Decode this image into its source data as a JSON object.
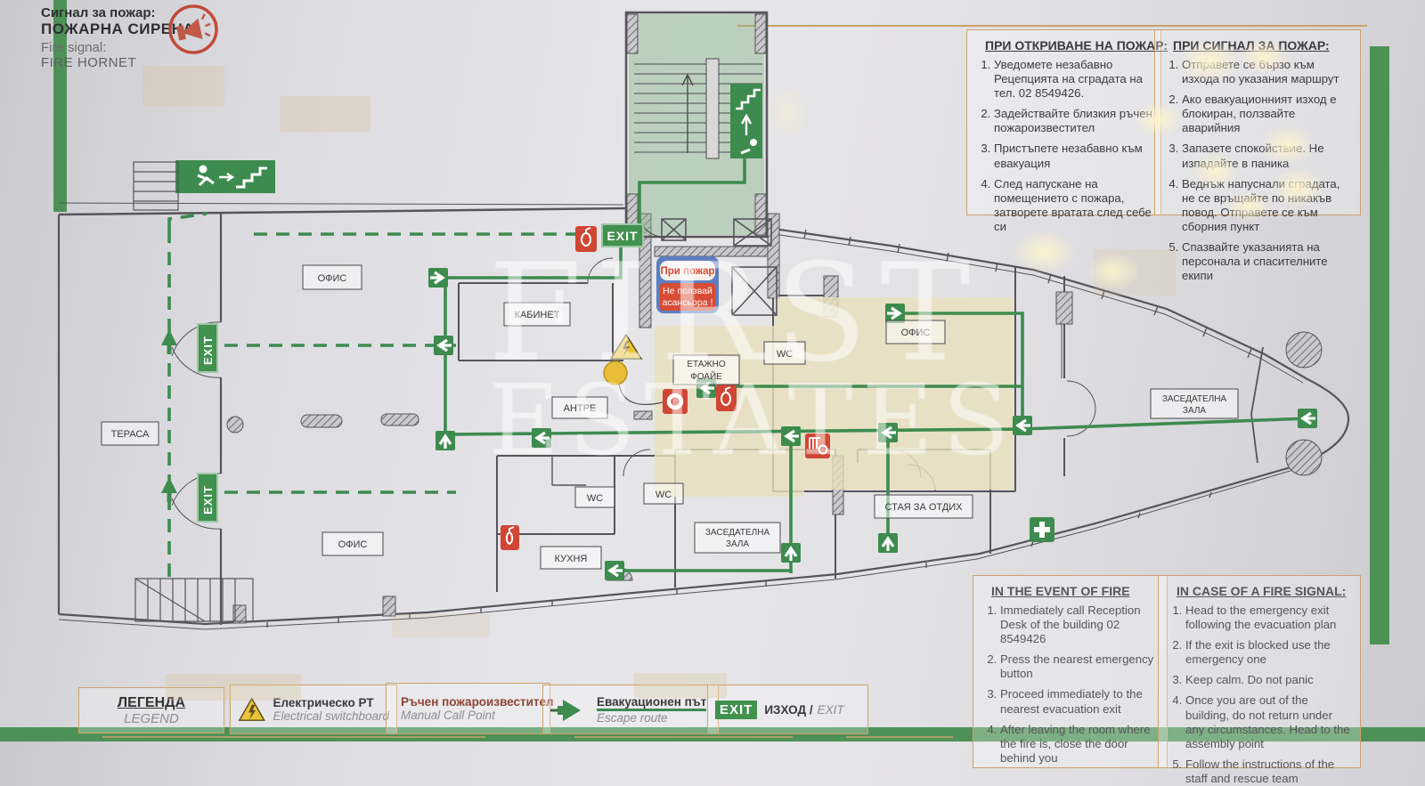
{
  "header": {
    "signal_label_bg": "Сигнал за пожар:",
    "signal_value_bg": "ПОЖАРНА СИРЕНА",
    "signal_label_en": "Fire signal:",
    "signal_value_en": "FIRE HORNET"
  },
  "instructions": {
    "discover_fire_bg": {
      "title": "ПРИ ОТКРИВАНЕ НА ПОЖАР:",
      "items": [
        "Уведомете незабавно Рецепцията на сградата на тел. 02 8549426.",
        "Задействайте близкия ръчен пожароизвестител",
        "Пристъпете незабавно към евакуация",
        "След напускане на помещението с пожара, затворете вратата след себе си"
      ]
    },
    "fire_signal_bg": {
      "title": "ПРИ СИГНАЛ ЗА ПОЖАР:",
      "items": [
        "Отправете се бързо към изхода по указания маршрут",
        "Ако евакуационният изход е блокиран, ползвайте аварийния",
        "Запазете спокойствие. Не изпадайте в паника",
        "Веднъж напуснали сградата, не се връщайте по никакъв повод. Отправете се към сборния пункт",
        "Спазвайте указанията на персонала и спасителните екипи"
      ]
    },
    "event_of_fire_en": {
      "title": "IN THE EVENT OF FIRE",
      "items": [
        "Immediately call Reception Desk of the building 02 8549426",
        "Press the nearest emergency button",
        "Proceed immediately to the nearest evacuation exit",
        "After leaving the room where the fire is, close the door behind you"
      ]
    },
    "fire_signal_en": {
      "title": "IN CASE OF A FIRE SIGNAL:",
      "items": [
        "Head to the emergency exit following the evacuation plan",
        "If the exit is blocked use the emergency one",
        "Keep calm. Do not panic",
        "Once you are out of the building, do not return under any circumstances. Head to the assembly point",
        "Follow the instructions of the staff and rescue team"
      ]
    }
  },
  "legend": {
    "title_bg": "ЛЕГЕНДА",
    "title_en": "LEGEND",
    "electrical_bg": "Електрическо РТ",
    "electrical_en": "Electrical switchboard",
    "call_point_bg": "Ръчен пожароизвестител",
    "call_point_en": "Manual Call Point",
    "route_bg": "Евакуационен път",
    "route_en": "Escape route",
    "exit_bg": "ИЗХОД /",
    "exit_en": "EXIT"
  },
  "plan": {
    "exit_label": "EXIT",
    "elevator_sign": {
      "line1": "При пожар",
      "line2": "Не ползвай",
      "line3": "асансьора !"
    },
    "labels": {
      "office": "ОФИС",
      "cabinet": "КАБИНЕТ",
      "terrace": "ТЕРАСА",
      "hallway": "АНТРЕ",
      "floor_lobby_line1": "ЕТАЖНО",
      "floor_lobby_line2": "ФОАЙЕ",
      "wc": "WC",
      "kitchen": "КУХНЯ",
      "meeting_room_line1": "ЗАСЕДАТЕЛНА",
      "meeting_room_line2": "ЗАЛА",
      "rest_room": "СТАЯ ЗА ОТДИХ"
    }
  },
  "watermark": {
    "line1": "FIRST",
    "line2": "ESTATES"
  },
  "colors": {
    "route_green": "#3d8b4f",
    "safety_red": "#cf4634",
    "warning_yellow": "#e9c53a",
    "sign_blue": "#5d7fc1",
    "frame_green": "#4e9157",
    "box_border_tan": "#c9a26b"
  }
}
